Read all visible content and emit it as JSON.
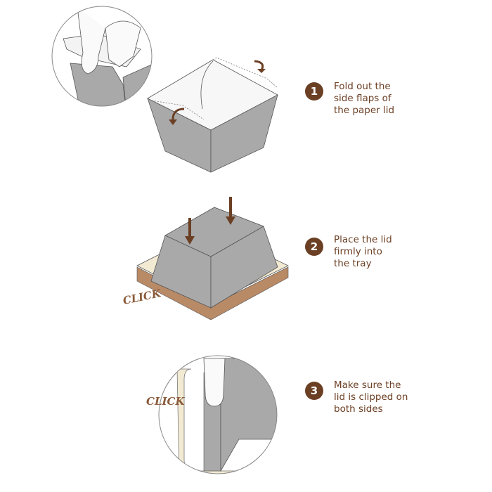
{
  "steps": [
    {
      "number": "1",
      "lines": [
        "Fold out the",
        "side flaps of",
        "the paper lid"
      ]
    },
    {
      "number": "2",
      "lines": [
        "Place the lid",
        "firmly into",
        "the tray"
      ]
    },
    {
      "number": "3",
      "lines": [
        "Make sure the",
        "lid is clipped on",
        "both sides"
      ]
    }
  ],
  "sound_labels": {
    "step2": "CLICK",
    "step3": "CLICK"
  },
  "colors": {
    "accent": "#6b3f24",
    "lid_gray": "#a9a9a9",
    "tray_cream": "#f3ead3",
    "tray_brown": "#b98a66"
  }
}
